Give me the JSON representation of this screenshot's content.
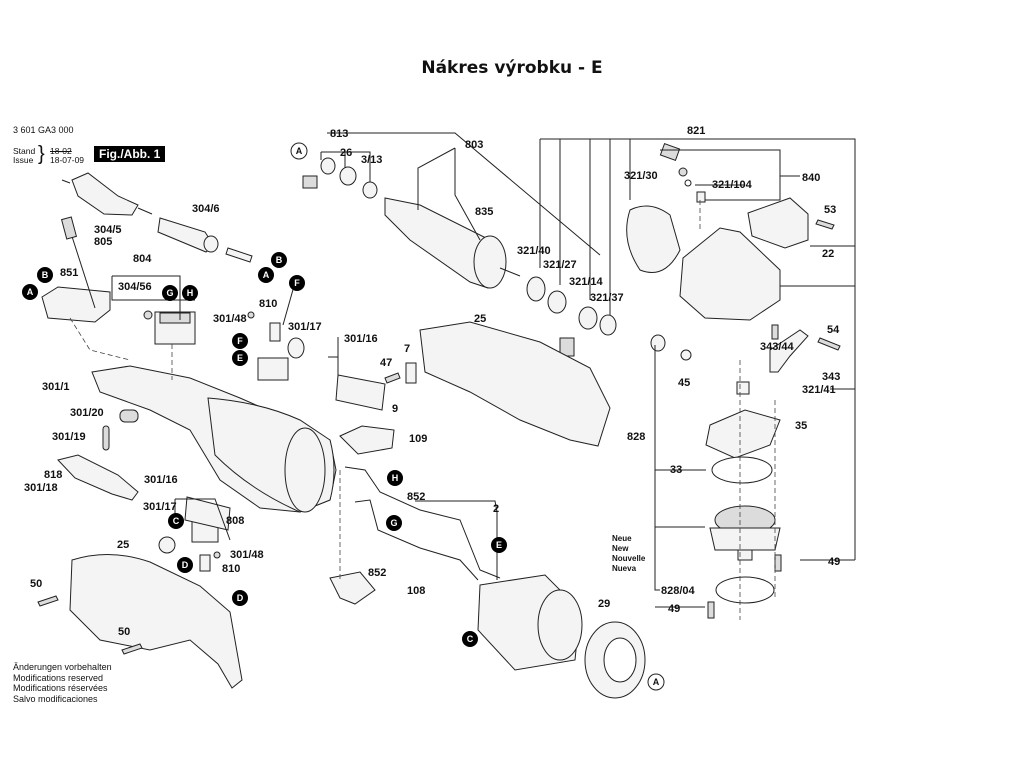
{
  "page": {
    "title": "Nákres výrobku - E"
  },
  "header": {
    "product_code": "3 601 GA3 000",
    "stand_label": "Stand",
    "issue_label": "Issue",
    "old_date": "18-02",
    "issue_date": "18-07-09",
    "figure_badge": "Fig./Abb. 1"
  },
  "footer_notes": [
    "Änderungen vorbehalten",
    "Modifications reserved",
    "Modifications réservées",
    "Salvo modificaciones"
  ],
  "new_note": [
    "Neue",
    "New",
    "Nouvelle",
    "Nueva"
  ],
  "part_labels": [
    "304/6",
    "304/5",
    "805",
    "804",
    "851",
    "304/56",
    "810",
    "301/48",
    "301/17",
    "301/16",
    "301/1",
    "301/20",
    "301/19",
    "818",
    "301/18",
    "301/16",
    "301/17",
    "808",
    "301/48",
    "810",
    "25",
    "50",
    "50",
    "813",
    "26",
    "3/13",
    "803",
    "835",
    "321/40",
    "321/27",
    "321/14",
    "321/37",
    "25",
    "47",
    "7",
    "9",
    "109",
    "852",
    "2",
    "852",
    "108",
    "29",
    "821",
    "321/30",
    "321/104",
    "840",
    "53",
    "22",
    "54",
    "343/44",
    "343",
    "45",
    "321/41",
    "35",
    "828",
    "33",
    "49",
    "828/04",
    "49"
  ],
  "connector_markers_filled": [
    "B",
    "A",
    "G",
    "H",
    "B",
    "A",
    "F",
    "F",
    "E",
    "H",
    "G",
    "E",
    "C",
    "C",
    "D",
    "D"
  ],
  "connector_markers_outline": [
    "A",
    "A"
  ]
}
